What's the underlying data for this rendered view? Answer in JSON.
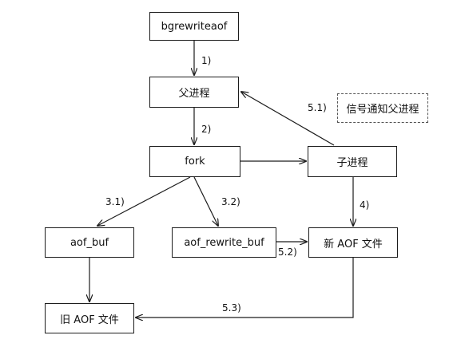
{
  "nodes": {
    "bgrewriteaof": "bgrewriteaof",
    "parent_process": "父进程",
    "fork": "fork",
    "child_process": "子进程",
    "signal_note": "信号通知父进程",
    "aof_buf": "aof_buf",
    "aof_rewrite_buf": "aof_rewrite_buf",
    "new_aof_file": "新 AOF 文件",
    "old_aof_file": "旧 AOF 文件"
  },
  "edges": {
    "e1": "1)",
    "e2": "2)",
    "e3_1": "3.1)",
    "e3_2": "3.2)",
    "e4": "4)",
    "e5_1": "5.1)",
    "e5_2": "5.2)",
    "e5_3": "5.3)"
  },
  "colors": {
    "stroke": "#1c1c1c",
    "note_border": "#555555",
    "background": "#ffffff"
  }
}
